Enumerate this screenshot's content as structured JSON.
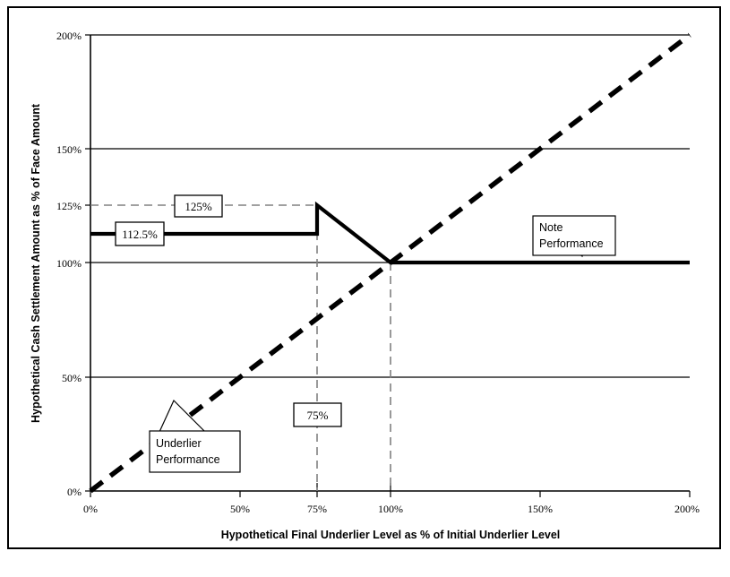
{
  "chart_data": {
    "type": "line",
    "title": "",
    "xlabel": "Hypothetical Final Underlier Level as % of Initial Underlier Level",
    "ylabel": "Hypothetical Cash Settlement Amount as % of Face Amount",
    "xlim": [
      0,
      200
    ],
    "ylim": [
      0,
      200
    ],
    "xticks": [
      0,
      50,
      75,
      100,
      150,
      200
    ],
    "xtick_labels": [
      "0%",
      "50%",
      "75%",
      "100%",
      "150%",
      "200%"
    ],
    "yticks": [
      0,
      50,
      100,
      125,
      150,
      200
    ],
    "ytick_labels": [
      "0%",
      "50%",
      "100%",
      "125%",
      "150%",
      "200%"
    ],
    "grid": "horizontal-major",
    "legend": "none",
    "series": [
      {
        "name": "Note Performance",
        "style": "solid-thick",
        "color": "#000000",
        "points": [
          {
            "x": 0,
            "y": 112.5
          },
          {
            "x": 75,
            "y": 112.5
          },
          {
            "x": 75,
            "y": 125
          },
          {
            "x": 100,
            "y": 100
          },
          {
            "x": 200,
            "y": 100
          }
        ]
      },
      {
        "name": "Underlier Performance",
        "style": "dashed-thick",
        "color": "#000000",
        "points": [
          {
            "x": 0,
            "y": 0
          },
          {
            "x": 200,
            "y": 200
          }
        ]
      }
    ],
    "annotations": [
      {
        "name": "note-performance-callout",
        "label_line_1": "Note",
        "label_line_2": "Performance",
        "anchor_x": 160,
        "anchor_y": 100
      },
      {
        "name": "underlier-performance-callout",
        "label_line_1": "Underlier",
        "label_line_2": "Performance",
        "anchor_x": 33,
        "anchor_y": 33
      }
    ],
    "value_boxes": [
      {
        "name": "value-box-125",
        "label": "125%",
        "value": 125,
        "guide": "horizontal-dashed-to-75"
      },
      {
        "name": "value-box-112-5",
        "label": "112.5%",
        "value": 112.5,
        "guide": "none"
      },
      {
        "name": "value-box-75",
        "label": "75%",
        "value": 75,
        "guide": "vertical-dashed"
      }
    ],
    "guide_lines": [
      {
        "name": "guide-125-horizontal",
        "orientation": "horizontal",
        "value": 125,
        "from": 0,
        "to": 75,
        "style": "dashed",
        "color": "#808080"
      },
      {
        "name": "guide-75-vertical",
        "orientation": "vertical",
        "value": 75,
        "from": 0,
        "to": 125,
        "style": "dashed",
        "color": "#808080"
      },
      {
        "name": "guide-100-vertical",
        "orientation": "vertical",
        "value": 100,
        "from": 0,
        "to": 100,
        "style": "dashed",
        "color": "#808080"
      }
    ],
    "colors": {
      "axis": "#000000",
      "grid": "#000000",
      "guide": "#808080",
      "series": "#000000",
      "background": "#ffffff"
    }
  }
}
